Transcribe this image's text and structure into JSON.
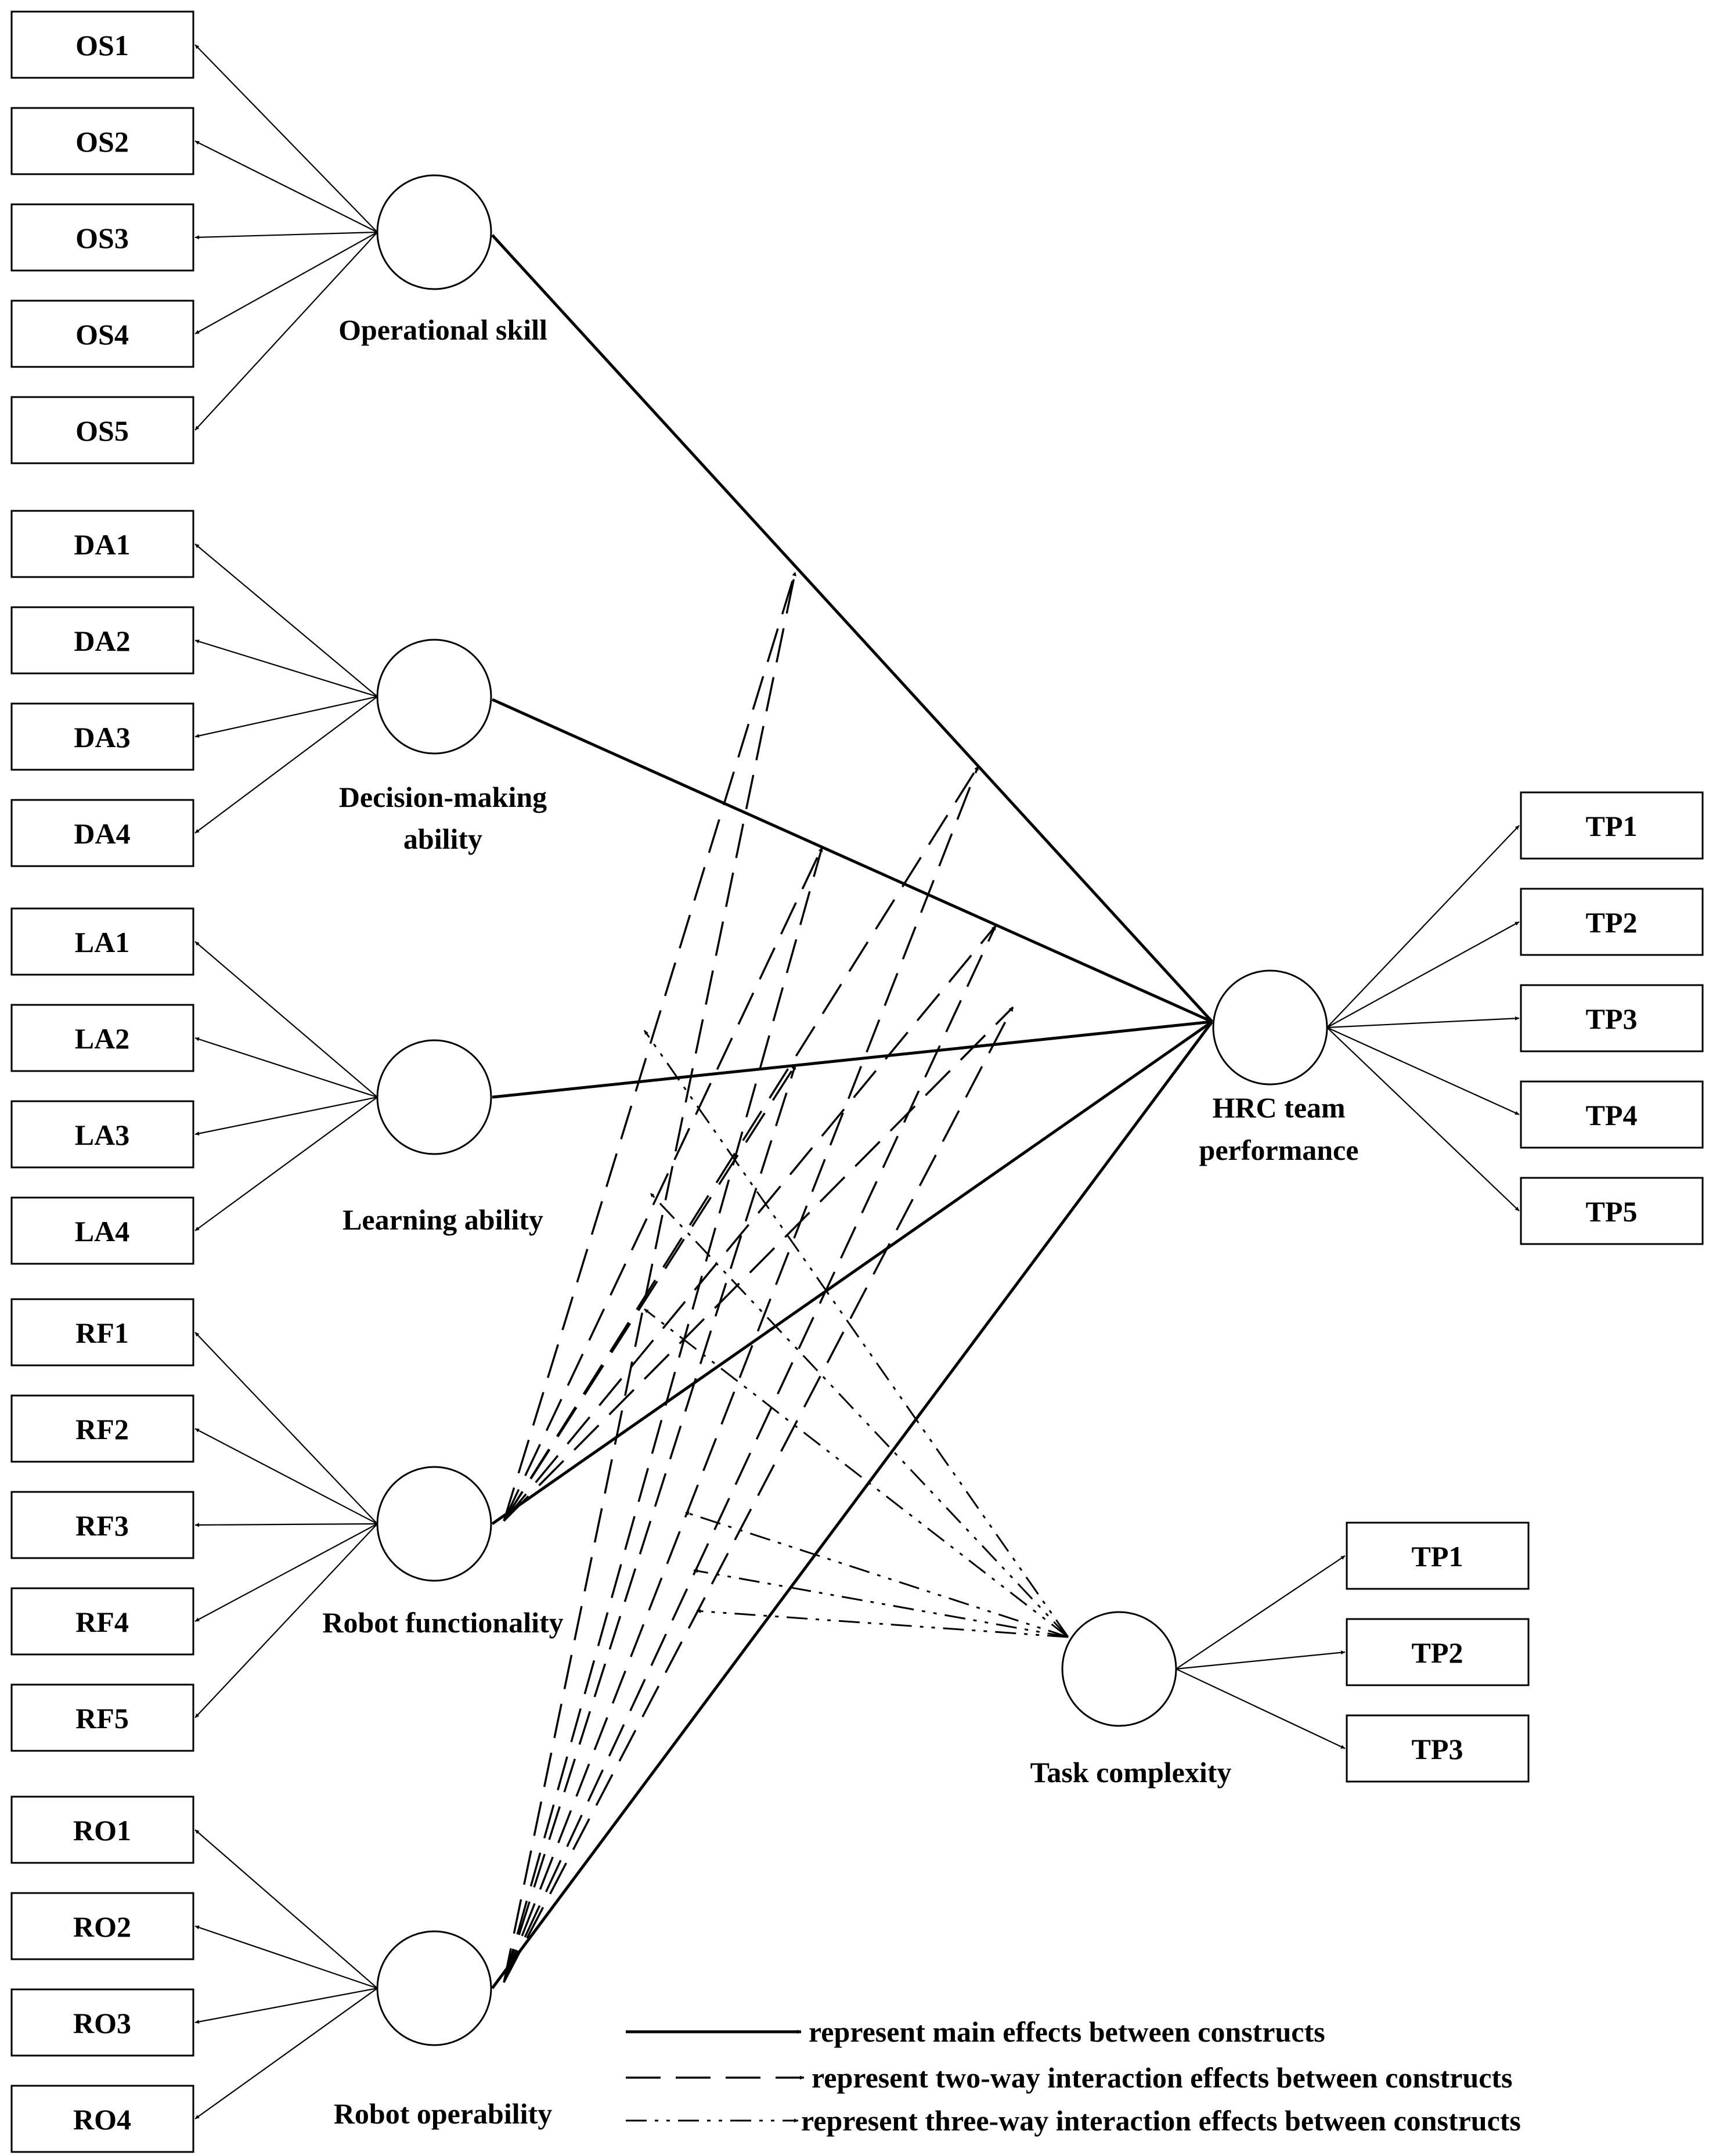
{
  "constructs": {
    "os": {
      "label": [
        "Operational skill"
      ],
      "items": [
        "OS1",
        "OS2",
        "OS3",
        "OS4",
        "OS5"
      ]
    },
    "da": {
      "label": [
        "Decision-making",
        "ability"
      ],
      "items": [
        "DA1",
        "DA2",
        "DA3",
        "DA4"
      ]
    },
    "la": {
      "label": [
        "Learning ability"
      ],
      "items": [
        "LA1",
        "LA2",
        "LA3",
        "LA4"
      ]
    },
    "rf": {
      "label": [
        "Robot functionality"
      ],
      "items": [
        "RF1",
        "RF2",
        "RF3",
        "RF4",
        "RF5"
      ]
    },
    "ro": {
      "label": [
        "Robot operability"
      ],
      "items": [
        "RO1",
        "RO2",
        "RO3",
        "RO4"
      ]
    },
    "hrc": {
      "label": [
        "HRC team",
        "performance"
      ],
      "items": [
        "TP1",
        "TP2",
        "TP3",
        "TP4",
        "TP5"
      ]
    },
    "tc": {
      "label": [
        "Task complexity"
      ],
      "items": [
        "TP1",
        "TP2",
        "TP3"
      ]
    }
  },
  "legend": {
    "main": "represent main effects between constructs",
    "two_way": "represent two-way interaction effects between constructs",
    "three_way": "represent three-way interaction effects between constructs"
  }
}
